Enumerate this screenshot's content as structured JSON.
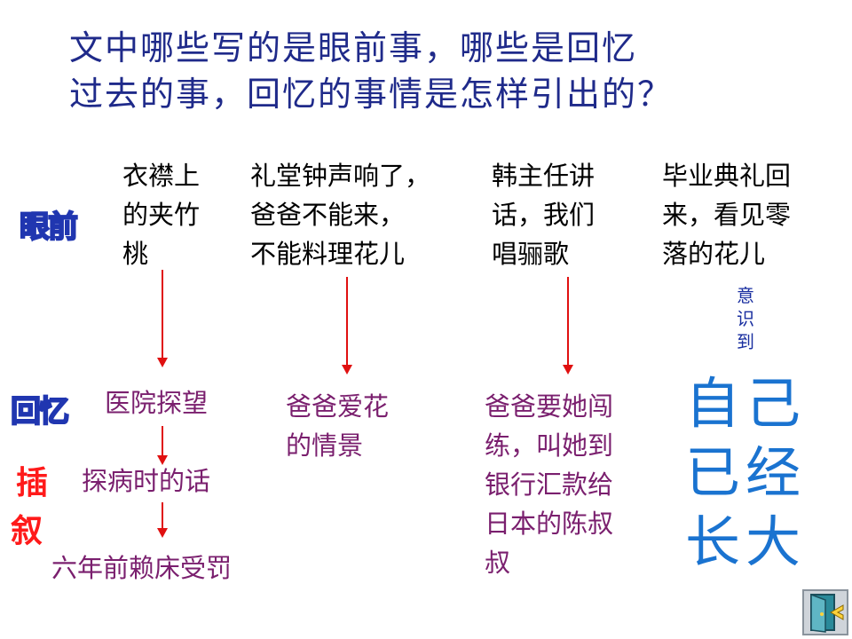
{
  "title": {
    "line1": "文中哪些写的是眼前事，哪些是回忆",
    "line2": "过去的事，回忆的事情是怎样引出的？"
  },
  "labels": {
    "present": "眼前",
    "memory": "回忆",
    "flashback_1": "插",
    "flashback_2": "叙"
  },
  "present_events": [
    {
      "l1": "衣襟上",
      "l2": "的夹竹",
      "l3": "桃"
    },
    {
      "l1": "礼堂钟声响了，",
      "l2": "爸爸不能来，",
      "l3": "不能料理花儿"
    },
    {
      "l1": "韩主任讲",
      "l2": "话，我们",
      "l3": "唱骊歌"
    },
    {
      "l1": "毕业典礼回",
      "l2": "来，看见零",
      "l3": "落的花儿"
    }
  ],
  "realized": {
    "c1": "意",
    "c2": "识",
    "c3": "到"
  },
  "memories": {
    "hospital": "医院探望",
    "visit_words": "探病时的话",
    "six_years": "六年前赖床受罚",
    "flowers": {
      "l1": "爸爸爱花",
      "l2": "的情景"
    },
    "bank": {
      "l1": "爸爸要她闯",
      "l2": "练，叫她到",
      "l3": "银行汇款给",
      "l4": "日本的陈叔",
      "l5": "叔"
    }
  },
  "conclusion": {
    "l1": "自己",
    "l2": "已经",
    "l3": "长大"
  },
  "icons": {
    "exit": "exit-door-icon"
  },
  "colors": {
    "title": "#1f2a8a",
    "memory_text": "#7a1f6e",
    "arrow": "#e01010",
    "conclusion": "#1a73d0",
    "flashback": "#ff1a1a"
  }
}
